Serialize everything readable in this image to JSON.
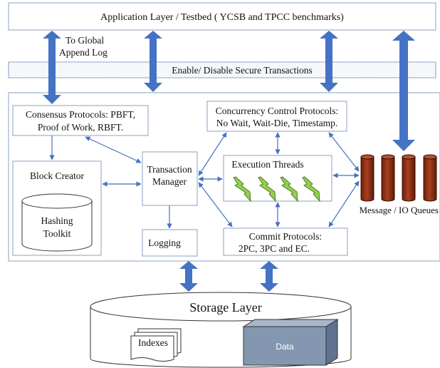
{
  "app_layer": {
    "label": "Application Layer / Testbed ( YCSB and TPCC benchmarks)",
    "global_log_line1": "To Global",
    "global_log_line2": "Append Log"
  },
  "secure_tx_bar": {
    "label": "Enable/ Disable Secure Transactions"
  },
  "consensus": {
    "line1": "Consensus Protocols: PBFT,",
    "line2": "Proof of Work, RBFT."
  },
  "block_creator": {
    "label": "Block Creator",
    "hashing_line1": "Hashing",
    "hashing_line2": "Toolkit"
  },
  "transaction_manager": {
    "line1": "Transaction",
    "line2": "Manager"
  },
  "logging": {
    "label": "Logging"
  },
  "concurrency": {
    "line1": "Concurrency Control Protocols:",
    "line2": "No Wait, Wait-Die, Timestamp."
  },
  "execution_threads": {
    "label": "Execution Threads"
  },
  "commit": {
    "line1": "Commit Protocols:",
    "line2": "2PC, 3PC and EC."
  },
  "message_queues": {
    "label": "Message / IO Queues"
  },
  "storage": {
    "label": "Storage Layer",
    "indexes_label": "Indexes",
    "data_label": "Data"
  },
  "colors": {
    "thick_arrow": "#4472c4",
    "thin_arrow": "#4472c4",
    "queue_fill": "#8b2b12",
    "lightning": "#92d050",
    "data_box": "#8497b0"
  }
}
